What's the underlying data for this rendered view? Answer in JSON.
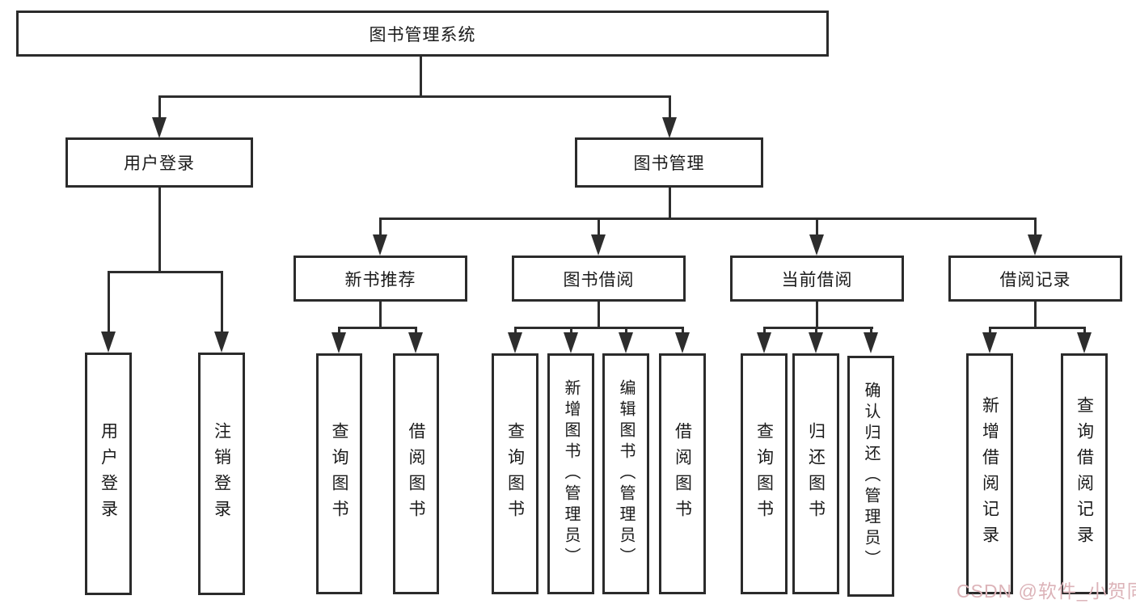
{
  "diagram": {
    "root": {
      "label": "图书管理系统"
    },
    "branches": {
      "user_login": {
        "label": "用户登录",
        "children": [
          "用户登录",
          "注销登录"
        ]
      },
      "book_management": {
        "label": "图书管理",
        "children": {
          "new_book_recommend": {
            "label": "新书推荐",
            "children": [
              "查询图书",
              "借阅图书"
            ]
          },
          "book_borrow": {
            "label": "图书借阅",
            "children": [
              "查询图书",
              "新增图书（管理员）",
              "编辑图书（管理员）",
              "借阅图书"
            ]
          },
          "current_borrow": {
            "label": "当前借阅",
            "children": [
              "查询图书",
              "归还图书",
              "确认归还（管理员）"
            ]
          },
          "borrow_records": {
            "label": "借阅记录",
            "children": [
              "新增借阅记录",
              "查询借阅记录"
            ]
          }
        }
      }
    },
    "colors": {
      "line": "#2d2d2d",
      "border": "#2b2b2b",
      "text": "#1a1a1a",
      "watermark": "#dcb3b8",
      "background": "#ffffff"
    },
    "watermark": "CSDN @软件_小贺同学"
  }
}
